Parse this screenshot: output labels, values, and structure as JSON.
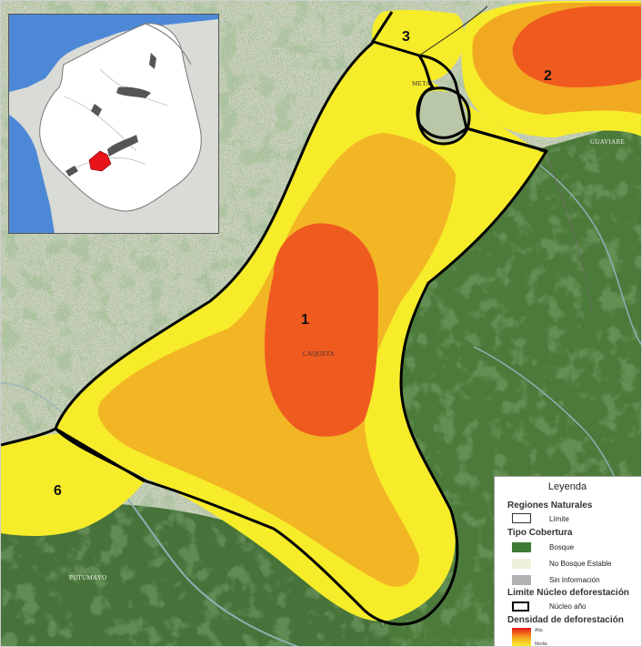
{
  "map": {
    "nucleus_labels": [
      "1",
      "2",
      "3",
      "6"
    ],
    "place_labels": {
      "caqueta": "CAQUETA",
      "meta": "META",
      "guaviare": "GUAVIARE",
      "putumayo": "PUTUMAYO"
    },
    "colors": {
      "forest": "#4e7d3c",
      "non_forest": "#c9cfbc",
      "density_high": "#f0501e",
      "density_mid": "#f4a020",
      "density_low": "#f6ec2a",
      "nucleus_border": "#000000",
      "ocean": "#4d88d6"
    }
  },
  "legend": {
    "title": "Leyenda",
    "regiones_title": "Regiones Naturales",
    "limite_label": "Límite",
    "cobertura_title": "Tipo Cobertura",
    "bosque_label": "Bosque",
    "no_bosque_label": "No Bosque Estable",
    "sin_info_label": "Sin Información",
    "nucleo_title": "Limite Núcleo deforestación",
    "nucleo_label": "Núcleo año",
    "densidad_title": "Densidad de deforestación",
    "alta_label": "Alta",
    "media_label": "Media"
  }
}
